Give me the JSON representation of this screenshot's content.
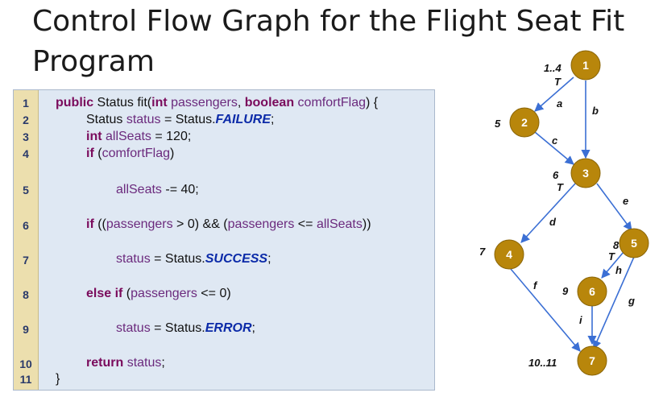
{
  "title": "Control Flow Graph for the Flight Seat Fit Program",
  "code": {
    "line_numbers": [
      "1",
      "2",
      "3",
      "4",
      "5",
      "6",
      "7",
      "8",
      "9",
      "10",
      "11"
    ],
    "lines": {
      "l1": {
        "kw1": "public",
        "t1": " Status fit(",
        "kw2": "int",
        "v1": " passengers",
        "t2": ", ",
        "kw3": "boolean",
        "v2": " comfortFlag",
        "t3": ") {"
      },
      "l2": {
        "t1": "Status ",
        "v1": "status",
        "t2": " = Status.",
        "c1": "FAILURE",
        "t3": ";"
      },
      "l3": {
        "kw1": "int",
        "v1": " allSeats",
        "t1": " = 120;"
      },
      "l4": {
        "kw1": "if",
        "t1": " (",
        "v1": "comfortFlag",
        "t2": ")"
      },
      "l5": {
        "v1": "allSeats",
        "t1": " -= 40;"
      },
      "l6": {
        "kw1": "if",
        "t1": " ((",
        "v1": "passengers",
        "t2": " > 0) && (",
        "v2": "passengers",
        "t3": " <= ",
        "v3": "allSeats",
        "t4": "))"
      },
      "l7": {
        "v1": "status",
        "t1": " = Status.",
        "c1": "SUCCESS",
        "t2": ";"
      },
      "l8": {
        "kw1": "else if",
        "t1": " (",
        "v1": "passengers",
        "t2": " <= 0)"
      },
      "l9": {
        "v1": "status",
        "t1": " = Status.",
        "c1": "ERROR",
        "t2": ";"
      },
      "l10": {
        "kw1": "return",
        "t1": " ",
        "v1": "status",
        "t2": ";"
      },
      "l11": {
        "t1": "}"
      }
    }
  },
  "graph": {
    "nodes": [
      {
        "id": "1",
        "label": "1..4"
      },
      {
        "id": "2",
        "label": "5"
      },
      {
        "id": "3",
        "label": "6"
      },
      {
        "id": "4",
        "label": "7"
      },
      {
        "id": "5",
        "label": "8"
      },
      {
        "id": "6",
        "label": "9"
      },
      {
        "id": "7",
        "label": "10..11"
      }
    ],
    "edges": [
      {
        "from": "1",
        "to": "2",
        "label": "a"
      },
      {
        "from": "1",
        "to": "3",
        "label": "b"
      },
      {
        "from": "2",
        "to": "3",
        "label": "c"
      },
      {
        "from": "3",
        "to": "4",
        "label": "d"
      },
      {
        "from": "3",
        "to": "5",
        "label": "e"
      },
      {
        "from": "4",
        "to": "7",
        "label": "f"
      },
      {
        "from": "5",
        "to": "7",
        "label": "g"
      },
      {
        "from": "5",
        "to": "6",
        "label": "h"
      },
      {
        "from": "6",
        "to": "7",
        "label": "i"
      }
    ],
    "true_marker": "T",
    "colors": {
      "node_fill": "#b8860b",
      "edge": "#3b6fd4"
    }
  }
}
